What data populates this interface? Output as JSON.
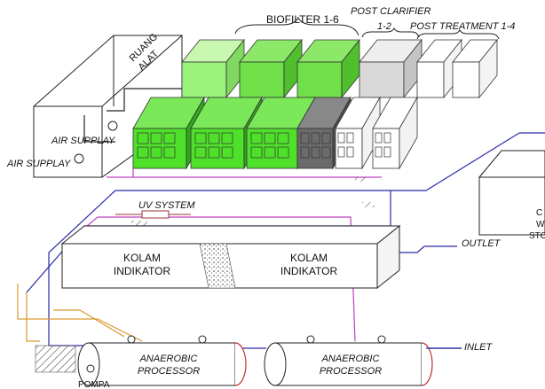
{
  "labels": {
    "biofilter": "BIOFILTER 1-6",
    "post_clarifier_title": "POST CLARIFIER",
    "post_clarifier_range": "1-2",
    "post_treatment": "POST TREATMENT 1-4",
    "ruang": "RUANG",
    "alat": "ALAT",
    "air_supply_1": "AIR SUPPLAY",
    "air_supply_2": "AIR SUPPLAY",
    "uv_system": "UV SYSTEM",
    "kolam_left_1": "KOLAM",
    "kolam_left_2": "INDIKATOR",
    "kolam_right_1": "KOLAM",
    "kolam_right_2": "INDIKATOR",
    "outlet": "OUTLET",
    "inlet": "INLET",
    "anaerobic_left_1": "ANAEROBIC",
    "anaerobic_left_2": "PROCESSOR",
    "anaerobic_right_1": "ANAEROBIC",
    "anaerobic_right_2": "PROCESSOR",
    "pompa": "POMPA",
    "cut_1": "C",
    "cut_2": "W",
    "cut_3": "STO"
  },
  "colors": {
    "biofilter_front": "#4fe02a",
    "biofilter_side": "#2fa81b",
    "biofilter_back": "#9df27c",
    "clarifier_dark": "#6b6b6b",
    "clarifier_light": "#d9d9d9",
    "pipe_blue": "#2a2aa8",
    "pipe_magenta": "#c040c0",
    "pipe_orange": "#d89a30"
  }
}
